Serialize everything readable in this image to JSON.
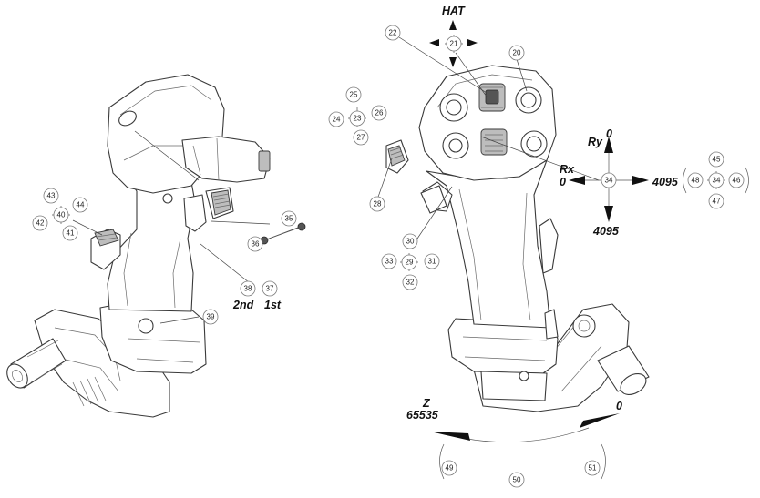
{
  "callouts": [
    {
      "id": "c20",
      "label": "20"
    },
    {
      "id": "c21",
      "label": "21"
    },
    {
      "id": "c22",
      "label": "22"
    },
    {
      "id": "c23",
      "label": "23"
    },
    {
      "id": "c24",
      "label": "24"
    },
    {
      "id": "c25",
      "label": "25"
    },
    {
      "id": "c26",
      "label": "26"
    },
    {
      "id": "c27",
      "label": "27"
    },
    {
      "id": "c28",
      "label": "28"
    },
    {
      "id": "c29",
      "label": "29"
    },
    {
      "id": "c30",
      "label": "30"
    },
    {
      "id": "c31",
      "label": "31"
    },
    {
      "id": "c32",
      "label": "32"
    },
    {
      "id": "c33",
      "label": "33"
    },
    {
      "id": "c34a",
      "label": "34"
    },
    {
      "id": "c34b",
      "label": "34"
    },
    {
      "id": "c35",
      "label": "35"
    },
    {
      "id": "c36",
      "label": "36"
    },
    {
      "id": "c37",
      "label": "37"
    },
    {
      "id": "c38",
      "label": "38"
    },
    {
      "id": "c39",
      "label": "39"
    },
    {
      "id": "c40",
      "label": "40"
    },
    {
      "id": "c41",
      "label": "41"
    },
    {
      "id": "c42",
      "label": "42"
    },
    {
      "id": "c43",
      "label": "43"
    },
    {
      "id": "c44",
      "label": "44"
    },
    {
      "id": "c45",
      "label": "45"
    },
    {
      "id": "c46",
      "label": "46"
    },
    {
      "id": "c47",
      "label": "47"
    },
    {
      "id": "c48",
      "label": "48"
    },
    {
      "id": "c49",
      "label": "49"
    },
    {
      "id": "c50",
      "label": "50"
    },
    {
      "id": "c51",
      "label": "51"
    }
  ],
  "axis_labels": {
    "hat": "HAT",
    "ry": "Ry",
    "ry_top": "0",
    "rx": "Rx",
    "rx_left": "0",
    "right_max": "4095",
    "bottom_max": "4095",
    "z": "Z",
    "z_max": "65535",
    "z_min": "0",
    "trigger_second": "2nd",
    "trigger_first": "1st"
  }
}
